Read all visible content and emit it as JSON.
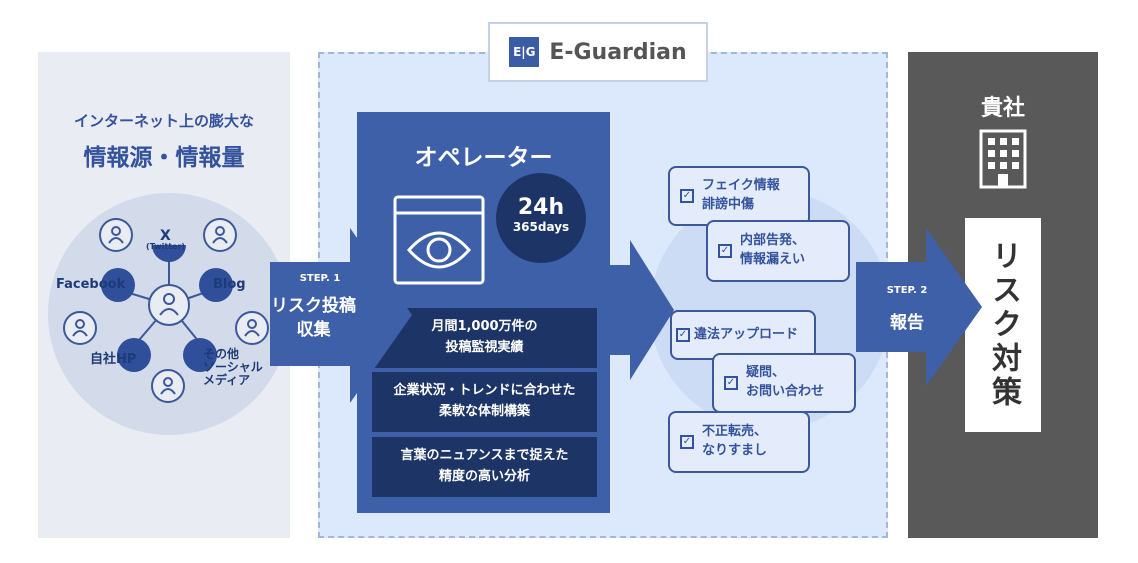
{
  "brand": {
    "logo_mark": "E|G",
    "name": "E-Guardian"
  },
  "left": {
    "subtitle": "インターネット上の膨大な",
    "title": "情報源・情報量",
    "sources": [
      "X",
      "(Twitter)",
      "Facebook",
      "Blog",
      "自社HP",
      "その他",
      "ソーシャル",
      "メディア"
    ]
  },
  "step1": {
    "label": "STEP. 1",
    "text1": "リスク投稿",
    "text2": "収集"
  },
  "operator": {
    "title": "オペレーター",
    "badge_main": "24h",
    "badge_sub": "365days",
    "features": [
      [
        "月間1,000万件の",
        "投稿監視実績"
      ],
      [
        "企業状況・トレンドに合わせた",
        "柔軟な体制構築"
      ],
      [
        "言葉のニュアンスまで捉えた",
        "精度の高い分析"
      ]
    ]
  },
  "risks": [
    [
      "フェイク情報",
      "誹謗中傷"
    ],
    [
      "内部告発、",
      "情報漏えい"
    ],
    [
      "違法アップロード",
      ""
    ],
    [
      "疑問、",
      "お問い合わせ"
    ],
    [
      "不正転売、",
      "なりすまし"
    ]
  ],
  "step2": {
    "label": "STEP. 2",
    "text": "報告"
  },
  "client": {
    "title": "貴社",
    "box": "リスク対策"
  },
  "colors": {
    "primary": "#3e60a9",
    "dark": "#1d3566",
    "gray": "#595959"
  }
}
